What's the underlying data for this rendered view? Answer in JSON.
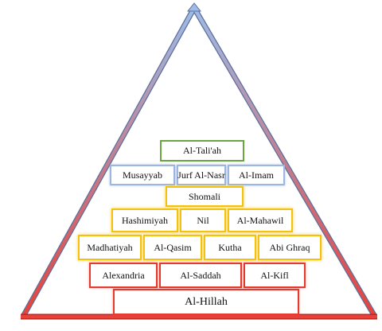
{
  "colors": {
    "green": "#6aa53f",
    "blue": "#9db6e0",
    "yellow": "#f4c20d",
    "red": "#e53a2e"
  },
  "diagram": {
    "tiers": [
      {
        "color": "green",
        "items": [
          "Al-Tali'ah"
        ]
      },
      {
        "color": "blue",
        "items": [
          "Musayyab",
          "Jurf Al-Nasr",
          "Al-Imam"
        ]
      },
      {
        "color": "yellow",
        "items": [
          "Shomali"
        ]
      },
      {
        "color": "yellow",
        "items": [
          "Hashimiyah",
          "Nil",
          "Al-Mahawil"
        ]
      },
      {
        "color": "yellow",
        "items": [
          "Madhatiyah",
          "Al-Qasim",
          "Kutha",
          "Abi Ghraq"
        ]
      },
      {
        "color": "red",
        "items": [
          "Alexandria",
          "Al-Saddah",
          "Al-Kifl"
        ]
      },
      {
        "color": "red",
        "items": [
          "Al-Hillah"
        ]
      }
    ]
  }
}
